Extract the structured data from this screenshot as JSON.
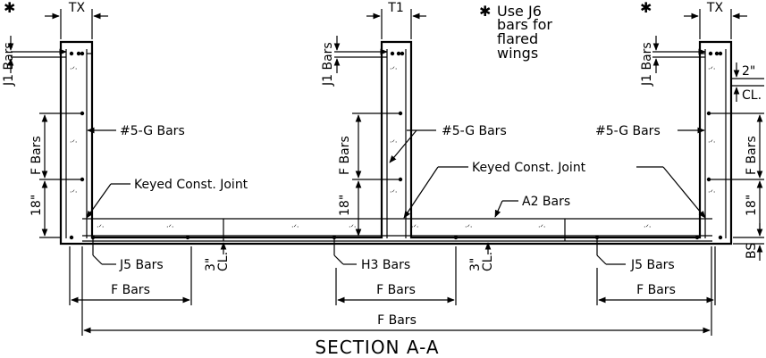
{
  "title": "SECTION A-A",
  "note": [
    "Use J6",
    "bars for",
    "flared",
    "wings"
  ],
  "note_symbol": "✱",
  "labels": {
    "tx_left": "TX",
    "t1": "T1",
    "tx_right": "TX",
    "j1_left": "J1 Bars",
    "j1_mid": "J1 Bars",
    "j1_right": "J1 Bars",
    "g_left": "#5-G Bars",
    "g_mid": "#5-G Bars",
    "g_right": "#5-G Bars",
    "f_left": "F Bars",
    "f_mid": "F Bars",
    "f_right": "F Bars",
    "eighteen_left": "18\"",
    "eighteen_mid": "18\"",
    "eighteen_right": "18\"",
    "keyed_left": "Keyed Const. Joint",
    "keyed_right": "Keyed Const. Joint",
    "a2": "A2 Bars",
    "two_in": "2\"",
    "cl_top": "CL.",
    "three_in_left": "3\"",
    "cl_left": "CL.",
    "three_in_mid": "3\"",
    "cl_mid": "CL.",
    "bs": "BS",
    "j5_left": "J5 Bars",
    "h3": "H3 Bars",
    "j5_right": "J5 Bars",
    "fbars_left": "F Bars",
    "fbars_mid": "F Bars",
    "fbars_right": "F Bars",
    "fbars_full": "F Bars",
    "star_left": "✱",
    "star_right": "✱"
  }
}
